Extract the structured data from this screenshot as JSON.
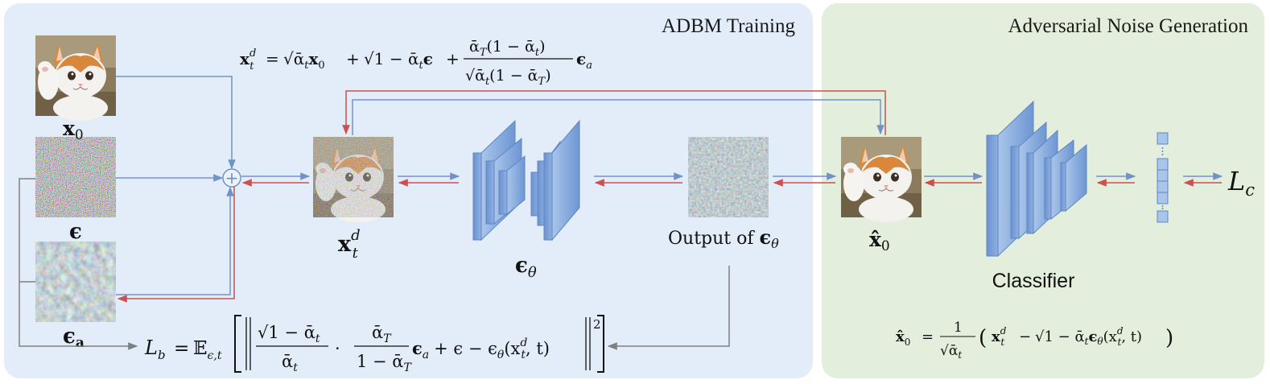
{
  "panels": {
    "training_title": "ADBM Training",
    "generation_title": "Adversarial Noise Generation"
  },
  "labels": {
    "x0": "x",
    "x0_sub": "0",
    "eps": "ϵ",
    "eps_a": "ϵ",
    "eps_a_sub": "a",
    "xtd": "x",
    "xtd_sup": "d",
    "xtd_sub": "t",
    "eps_theta": "ϵ",
    "eps_theta_sub": "θ",
    "output_text": "Output of ",
    "output_eps": "ϵ",
    "output_sub": "θ",
    "x0hat": "x̂",
    "x0hat_sub": "0",
    "classifier": "Classifier",
    "lc": "L",
    "lc_sub": "c",
    "plus": "+"
  },
  "equations": {
    "forward_lhs": "x",
    "forward_lhs_sup": "d",
    "forward_lhs_sub": "t",
    "forward_eq": "=",
    "forward_term1": "√ᾱ",
    "forward_term1_b": "x",
    "forward_term1_sub": "t",
    "forward_term1_sub2": "0",
    "forward_plus1": "+",
    "forward_term2": "√1 − ᾱ",
    "forward_term2_sub": "t",
    "forward_term2_eps": "ϵ",
    "forward_plus2": "+",
    "forward_num": "ᾱ",
    "forward_num_sub": "T",
    "forward_num_rest": "(1 − ᾱ",
    "forward_num_sub2": "t",
    "forward_num_close": ")",
    "forward_den": "√ᾱ",
    "forward_den_sub": "t",
    "forward_den_rest": "(1 − ᾱ",
    "forward_den_sub2": "T",
    "forward_den_close": ")",
    "forward_eps_a": "ϵ",
    "forward_eps_a_sub": "a",
    "lb_lhs": "L",
    "lb_lhs_sub": "b",
    "lb_eq": "=",
    "lb_exp": "𝔼",
    "lb_exp_sub": "ϵ,t",
    "lb_frac1_num": "√1 − ᾱ",
    "lb_frac1_num_sub": "t",
    "lb_frac1_den": "ᾱ",
    "lb_frac1_den_sub": "t",
    "lb_dot": "·",
    "lb_frac2_num": "ᾱ",
    "lb_frac2_num_sub": "T",
    "lb_frac2_den": "1 − ᾱ",
    "lb_frac2_den_sub": "T",
    "lb_rest1": "ϵ",
    "lb_rest1_sub": "a",
    "lb_rest2": "+ ϵ − ϵ",
    "lb_rest2_sub": "θ",
    "lb_rest3": "(x",
    "lb_rest3_sup": "d",
    "lb_rest3_sub": "t",
    "lb_rest4": ", t)",
    "lb_power": "2",
    "x0hat_lhs": "x̂",
    "x0hat_lhs_sub": "0",
    "x0hat_eq": "=",
    "x0hat_num": "1",
    "x0hat_den": "√ᾱ",
    "x0hat_den_sub": "t",
    "x0hat_open": "(",
    "x0hat_b1": "x",
    "x0hat_b1_sup": "d",
    "x0hat_b1_sub": "t",
    "x0hat_minus": "−",
    "x0hat_sqrt": "√1 − ᾱ",
    "x0hat_sqrt_sub": "t",
    "x0hat_eps": "ϵ",
    "x0hat_eps_sub": "θ",
    "x0hat_arg": "(x",
    "x0hat_arg_sup": "d",
    "x0hat_arg_sub": "t",
    "x0hat_arg_rest": ", t)",
    "x0hat_close": ")"
  },
  "colors": {
    "training_bg": "#e3edf9",
    "generation_bg": "#e3eedd",
    "blue_arrow": "#6f93c9",
    "red_arrow": "#c9514f",
    "gray_arrow": "#7f7f7f",
    "block_fill": "#8cb0e2",
    "block_stroke": "#5f86c2"
  }
}
